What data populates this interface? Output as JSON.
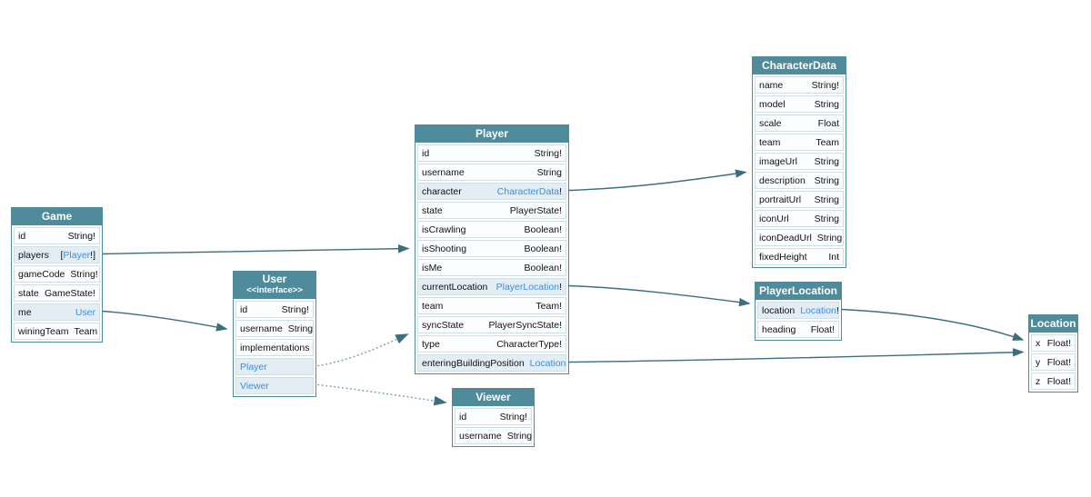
{
  "colors": {
    "header_bg": "#4f8b9a",
    "table_border": "#4f8b9a",
    "row_bg": "#fbfdfe",
    "row_link_bg": "#e2edf4",
    "type_link": "#3e8edd",
    "edge": "#3c6f7e"
  },
  "tables": {
    "game": {
      "title": "Game",
      "rows": [
        {
          "n": "id",
          "pre": "",
          "link": "",
          "post": "String!"
        },
        {
          "n": "players",
          "pre": "[",
          "link": "Player",
          "post": "!]"
        },
        {
          "n": "gameCode",
          "pre": "",
          "link": "",
          "post": "String!"
        },
        {
          "n": "state",
          "pre": "",
          "link": "",
          "post": "GameState!"
        },
        {
          "n": "me",
          "pre": "",
          "link": "User",
          "post": ""
        },
        {
          "n": "winingTeam",
          "pre": "",
          "link": "",
          "post": "Team"
        }
      ]
    },
    "user": {
      "title": "User",
      "subtitle": "<<interface>>",
      "rows": [
        {
          "n": "id",
          "pre": "",
          "link": "",
          "post": "String!"
        },
        {
          "n": "username",
          "pre": "",
          "link": "",
          "post": "String"
        },
        {
          "n": "implementations",
          "pre": "",
          "link": "",
          "post": ""
        },
        {
          "n": "Player",
          "pre": "",
          "link": "",
          "post": ""
        },
        {
          "n": "Viewer",
          "pre": "",
          "link": "",
          "post": ""
        }
      ]
    },
    "player": {
      "title": "Player",
      "rows": [
        {
          "n": "id",
          "pre": "",
          "link": "",
          "post": "String!"
        },
        {
          "n": "username",
          "pre": "",
          "link": "",
          "post": "String"
        },
        {
          "n": "character",
          "pre": "",
          "link": "CharacterData",
          "post": "!"
        },
        {
          "n": "state",
          "pre": "",
          "link": "",
          "post": "PlayerState!"
        },
        {
          "n": "isCrawling",
          "pre": "",
          "link": "",
          "post": "Boolean!"
        },
        {
          "n": "isShooting",
          "pre": "",
          "link": "",
          "post": "Boolean!"
        },
        {
          "n": "isMe",
          "pre": "",
          "link": "",
          "post": "Boolean!"
        },
        {
          "n": "currentLocation",
          "pre": "",
          "link": "PlayerLocation",
          "post": "!"
        },
        {
          "n": "team",
          "pre": "",
          "link": "",
          "post": "Team!"
        },
        {
          "n": "syncState",
          "pre": "",
          "link": "",
          "post": "PlayerSyncState!"
        },
        {
          "n": "type",
          "pre": "",
          "link": "",
          "post": "CharacterType!"
        },
        {
          "n": "enteringBuildingPosition",
          "pre": "",
          "link": "Location",
          "post": ""
        }
      ]
    },
    "characterData": {
      "title": "CharacterData",
      "rows": [
        {
          "n": "name",
          "pre": "",
          "link": "",
          "post": "String!"
        },
        {
          "n": "model",
          "pre": "",
          "link": "",
          "post": "String"
        },
        {
          "n": "scale",
          "pre": "",
          "link": "",
          "post": "Float"
        },
        {
          "n": "team",
          "pre": "",
          "link": "",
          "post": "Team"
        },
        {
          "n": "imageUrl",
          "pre": "",
          "link": "",
          "post": "String"
        },
        {
          "n": "description",
          "pre": "",
          "link": "",
          "post": "String"
        },
        {
          "n": "portraitUrl",
          "pre": "",
          "link": "",
          "post": "String"
        },
        {
          "n": "iconUrl",
          "pre": "",
          "link": "",
          "post": "String"
        },
        {
          "n": "iconDeadUrl",
          "pre": "",
          "link": "",
          "post": "String"
        },
        {
          "n": "fixedHeight",
          "pre": "",
          "link": "",
          "post": "Int"
        }
      ]
    },
    "playerLocation": {
      "title": "PlayerLocation",
      "rows": [
        {
          "n": "location",
          "pre": "",
          "link": "Location",
          "post": "!"
        },
        {
          "n": "heading",
          "pre": "",
          "link": "",
          "post": "Float!"
        }
      ]
    },
    "location": {
      "title": "Location",
      "rows": [
        {
          "n": "x",
          "pre": "",
          "link": "",
          "post": "Float!"
        },
        {
          "n": "y",
          "pre": "",
          "link": "",
          "post": "Float!"
        },
        {
          "n": "z",
          "pre": "",
          "link": "",
          "post": "Float!"
        }
      ]
    },
    "viewer": {
      "title": "Viewer",
      "rows": [
        {
          "n": "id",
          "pre": "",
          "link": "",
          "post": "String!"
        },
        {
          "n": "username",
          "pre": "",
          "link": "",
          "post": "String"
        }
      ]
    }
  },
  "edges": [
    {
      "from": "Game.players",
      "to": "Player",
      "style": "solid"
    },
    {
      "from": "Game.me",
      "to": "User",
      "style": "solid"
    },
    {
      "from": "Player.character",
      "to": "CharacterData",
      "style": "solid"
    },
    {
      "from": "Player.currentLocation",
      "to": "PlayerLocation",
      "style": "solid"
    },
    {
      "from": "Player.enteringBuildingPosition",
      "to": "Location",
      "style": "solid"
    },
    {
      "from": "PlayerLocation.location",
      "to": "Location",
      "style": "solid"
    },
    {
      "from": "User.Player",
      "to": "Player",
      "style": "dotted"
    },
    {
      "from": "User.Viewer",
      "to": "Viewer",
      "style": "dotted"
    }
  ]
}
